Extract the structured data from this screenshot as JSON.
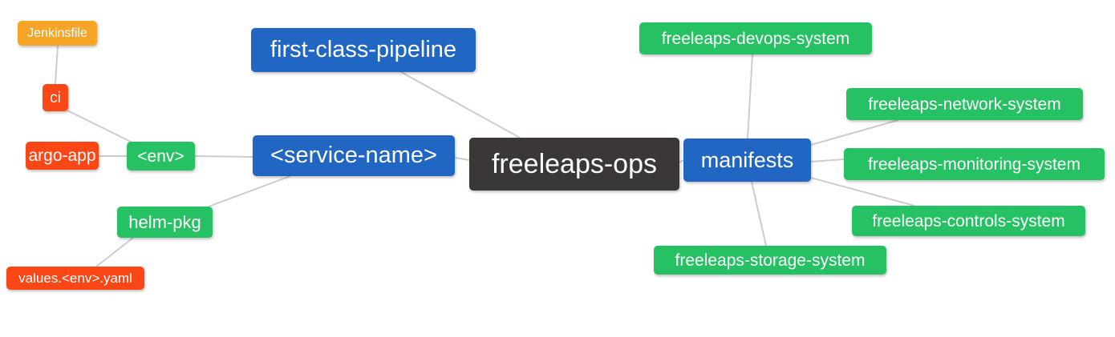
{
  "diagram": {
    "type": "mindmap",
    "root": "freeleaps-ops",
    "palette": {
      "orange": "#f7a527",
      "red": "#fb4616",
      "green": "#25c163",
      "blue": "#2066c2",
      "dark": "#3a3736",
      "edge": "#cccccc",
      "text": "#ffffff",
      "background": "#ffffff"
    },
    "nodes": {
      "jenkinsfile": {
        "label": "Jenkinsfile",
        "color": "#f7a527"
      },
      "ci": {
        "label": "ci",
        "color": "#fb4616"
      },
      "argo_app": {
        "label": "argo-app",
        "color": "#fb4616"
      },
      "env": {
        "label": "<env>",
        "color": "#25c163"
      },
      "first_class_pipeline": {
        "label": "first-class-pipeline",
        "color": "#2066c2"
      },
      "service_name": {
        "label": "<service-name>",
        "color": "#2066c2"
      },
      "freeleaps_ops": {
        "label": "freeleaps-ops",
        "color": "#3a3736"
      },
      "manifests": {
        "label": "manifests",
        "color": "#2066c2"
      },
      "freeleaps_devops_system": {
        "label": "freeleaps-devops-system",
        "color": "#25c163"
      },
      "freeleaps_network_system": {
        "label": "freeleaps-network-system",
        "color": "#25c163"
      },
      "freeleaps_monitoring_system": {
        "label": "freeleaps-monitoring-system",
        "color": "#25c163"
      },
      "freeleaps_controls_system": {
        "label": "freeleaps-controls-system",
        "color": "#25c163"
      },
      "freeleaps_storage_system": {
        "label": "freeleaps-storage-system",
        "color": "#25c163"
      },
      "helm_pkg": {
        "label": "helm-pkg",
        "color": "#25c163"
      },
      "values_env_yaml": {
        "label": "values.<env>.yaml",
        "color": "#fb4616"
      }
    },
    "edges": [
      [
        "jenkinsfile",
        "ci"
      ],
      [
        "ci",
        "env"
      ],
      [
        "argo_app",
        "env"
      ],
      [
        "env",
        "service_name"
      ],
      [
        "service_name",
        "helm_pkg"
      ],
      [
        "helm_pkg",
        "values_env_yaml"
      ],
      [
        "service_name",
        "freeleaps_ops"
      ],
      [
        "first_class_pipeline",
        "freeleaps_ops"
      ],
      [
        "freeleaps_ops",
        "manifests"
      ],
      [
        "manifests",
        "freeleaps_devops_system"
      ],
      [
        "manifests",
        "freeleaps_network_system"
      ],
      [
        "manifests",
        "freeleaps_monitoring_system"
      ],
      [
        "manifests",
        "freeleaps_controls_system"
      ],
      [
        "manifests",
        "freeleaps_storage_system"
      ]
    ]
  }
}
